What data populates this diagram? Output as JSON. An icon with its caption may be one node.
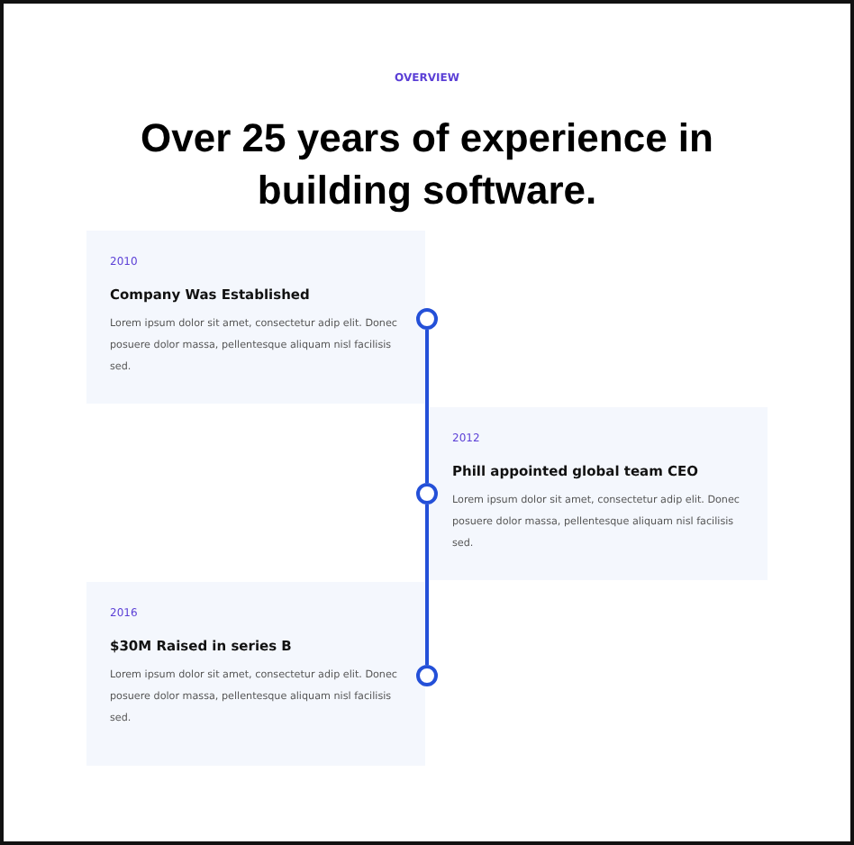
{
  "diagram": {
    "title": "Over 25 years of experience in building software.",
    "nodes": [
      {
        "text": [
          "2010",
          "Company Was Established",
          "Lorem ipsum dolor sit amet, consectetur adip elit. Donec posuere dolor massa, pellentesque aliquam nisl facilisis sed."
        ]
      },
      {
        "text": [
          "2012",
          "Phill appointed global team CEO",
          "Lorem ipsum dolor sit amet, consectetur adip elit. Donec posuere dolor massa, pellentesque aliquam nisl facilisis sed."
        ]
      },
      {
        "text": [
          "2016",
          "$30M Raised in series B",
          "Lorem ipsum dolor sit amet, consectetur adip elit. Donec posuere dolor massa, pellentesque aliquam nisl facilisis sed."
        ]
      },
      {
        "text": [],
        "shape": "circle"
      },
      {
        "text": [],
        "shape": "circle"
      },
      {
        "text": [],
        "shape": "circle"
      }
    ],
    "edges": [
      {
        "from": 3,
        "to": 4,
        "arrow": "none"
      },
      {
        "from": 4,
        "to": 5,
        "arrow": "none"
      }
    ],
    "labels": [
      "OVERVIEW"
    ]
  }
}
